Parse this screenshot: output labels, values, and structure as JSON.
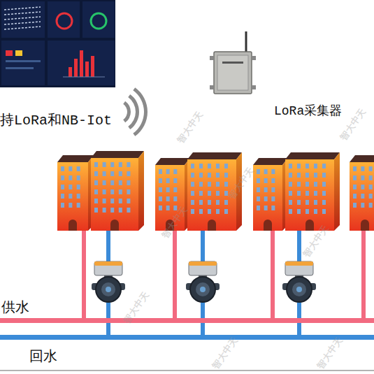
{
  "diagram": {
    "labels": [
      "持LoRa和NB-Iot",
      "LoRa采集器",
      "供水",
      "回水",
      "智大中天",
      "智大中天",
      "智大中天",
      "智大中天",
      "智大中天",
      "智大中天",
      "智大中天",
      "智大中天"
    ]
  }
}
